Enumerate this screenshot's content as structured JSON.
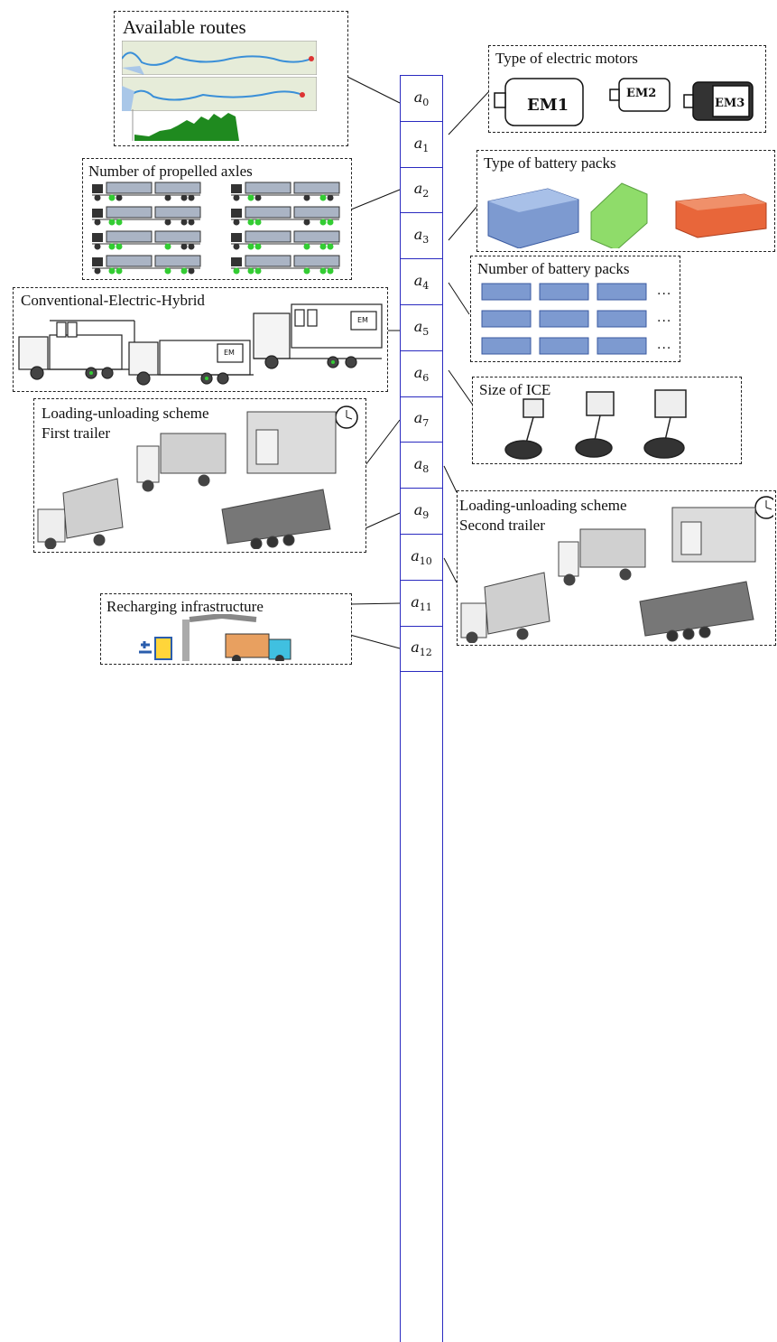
{
  "nodes": [
    {
      "id": "a0",
      "base": "a",
      "sub": "0"
    },
    {
      "id": "a1",
      "base": "a",
      "sub": "1"
    },
    {
      "id": "a2",
      "base": "a",
      "sub": "2"
    },
    {
      "id": "a3",
      "base": "a",
      "sub": "3"
    },
    {
      "id": "a4",
      "base": "a",
      "sub": "4"
    },
    {
      "id": "a5",
      "base": "a",
      "sub": "5"
    },
    {
      "id": "a6",
      "base": "a",
      "sub": "6"
    },
    {
      "id": "a7",
      "base": "a",
      "sub": "7"
    },
    {
      "id": "a8",
      "base": "a",
      "sub": "8"
    },
    {
      "id": "a9",
      "base": "a",
      "sub": "9"
    },
    {
      "id": "a10",
      "base": "a",
      "sub": "10"
    },
    {
      "id": "a11",
      "base": "a",
      "sub": "11"
    },
    {
      "id": "a12",
      "base": "a",
      "sub": "12"
    }
  ],
  "panels": {
    "routes": {
      "title": "Available routes"
    },
    "axles": {
      "title": "Number of propelled axles"
    },
    "hybrid": {
      "title": "Conventional-Electric-Hybrid",
      "em_label": "EM"
    },
    "loading1": {
      "title_line1": "Loading-unloading scheme",
      "title_line2": "First trailer"
    },
    "recharging": {
      "title": "Recharging infrastructure"
    },
    "motors": {
      "title": "Type of electric motors",
      "labels": [
        "EM1",
        "EM2",
        "EM3"
      ]
    },
    "battery_types": {
      "title": "Type of battery packs"
    },
    "battery_count": {
      "title": "Number of battery packs",
      "ellipsis": "..."
    },
    "ice": {
      "title": "Size of ICE"
    },
    "loading2": {
      "title_line1": "Loading-unloading scheme",
      "title_line2": "Second trailer"
    }
  },
  "colors": {
    "node_border": "#2a2ac0",
    "battery_blue": "#7d9ad0",
    "battery_green": "#8fdc6a",
    "battery_orange": "#e8663a",
    "elevation_green": "#1f8a1f",
    "route_blue": "#3a8fd8",
    "wheel_green": "#33cc33"
  }
}
